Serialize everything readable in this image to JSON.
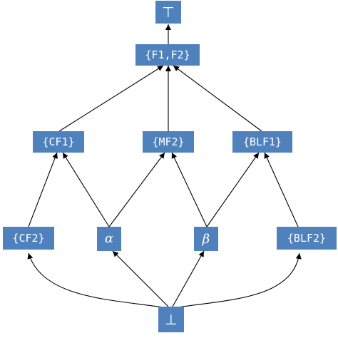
{
  "diagram": {
    "node_color": "#4f81bd",
    "text_color": "#ffffff",
    "edge_color": "#000000",
    "nodes": {
      "top": {
        "label": "⊤"
      },
      "f1f2": {
        "label": "{F1,F2}"
      },
      "cf1": {
        "label": "{CF1}"
      },
      "mf2": {
        "label": "{MF2}"
      },
      "blf1": {
        "label": "{BLF1}"
      },
      "cf2": {
        "label": "{CF2}"
      },
      "alpha": {
        "label": "α"
      },
      "beta": {
        "label": "β"
      },
      "blf2": {
        "label": "{BLF2}"
      },
      "bottom": {
        "label": "⊥"
      }
    },
    "edges": [
      {
        "from": "f1f2",
        "to": "top"
      },
      {
        "from": "cf1",
        "to": "f1f2"
      },
      {
        "from": "mf2",
        "to": "f1f2"
      },
      {
        "from": "blf1",
        "to": "f1f2"
      },
      {
        "from": "cf2",
        "to": "cf1"
      },
      {
        "from": "alpha",
        "to": "cf1"
      },
      {
        "from": "alpha",
        "to": "mf2"
      },
      {
        "from": "beta",
        "to": "mf2"
      },
      {
        "from": "beta",
        "to": "blf1"
      },
      {
        "from": "blf2",
        "to": "blf1"
      },
      {
        "from": "bottom",
        "to": "cf2"
      },
      {
        "from": "bottom",
        "to": "alpha"
      },
      {
        "from": "bottom",
        "to": "beta"
      },
      {
        "from": "bottom",
        "to": "blf2"
      }
    ]
  }
}
